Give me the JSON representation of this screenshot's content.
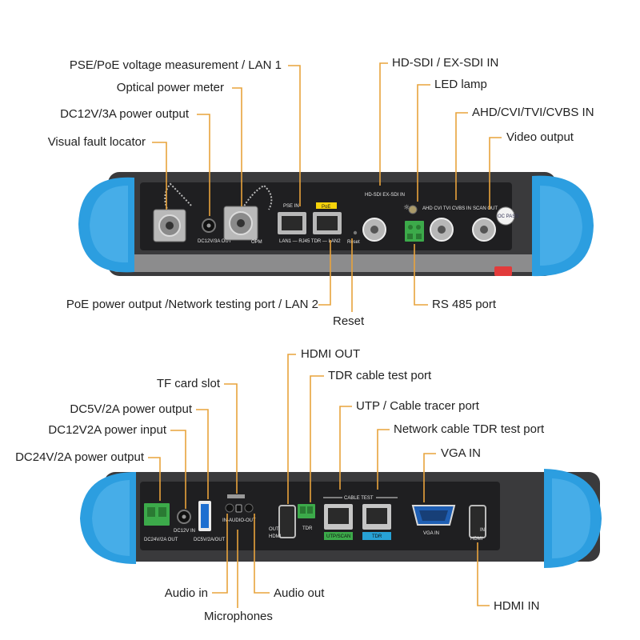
{
  "top_panel": {
    "labels": {
      "pse": "PSE/PoE voltage measurement / LAN 1",
      "opm": "Optical power meter",
      "dc12_out": "DC12V/3A power output",
      "vfl": "Visual fault locator",
      "hdsdi": "HD-SDI / EX-SDI IN",
      "led": "LED lamp",
      "ahd": "AHD/CVI/TVI/CVBS IN",
      "video_out": "Video output",
      "poe_out": "PoE power output /Network testing port / LAN 2",
      "reset": "Reset",
      "rs485": "RS 485 port"
    },
    "device_text": {
      "pse_in": "PSE IN",
      "poe": "PoE",
      "lan_row": "LAN1 — RJ45 TDR — LAN2",
      "reset": "Reset",
      "dc_out": "DC12V/3A OUT",
      "opm": "OPM",
      "hdsdi": "HD-SDI EX-SDI IN",
      "ahd": "AHD CVI TVI CVBS IN",
      "scan_out": "SCAN OUT",
      "badge": "OC PASS"
    }
  },
  "bottom_panel": {
    "labels": {
      "hdmi_out": "HDMI OUT",
      "tf": "TF card slot",
      "tdr": "TDR cable test port",
      "dc5": "DC5V/2A power output",
      "utp": "UTP / Cable tracer port",
      "dc12_in": "DC12V2A power input",
      "net_tdr": "Network cable TDR test port",
      "dc24": "DC24V/2A power output",
      "vga": "VGA IN",
      "audio_in": "Audio in",
      "audio_out": "Audio out",
      "mic": "Microphones",
      "hdmi_in": "HDMI IN"
    },
    "device_text": {
      "dc24": "DC24V/2A OUT",
      "dc12": "DC12V IN",
      "dc5": "DC5V/2A/OUT",
      "audio": "IN-AUDIO-OUT",
      "out": "OUT",
      "hdmi": "HDMI",
      "tdr": "TDR",
      "cable_test": "CABLE TEST",
      "utp_scan": "UTP/SCAN",
      "tdr_tag": "TDR",
      "vga_in": "VGA IN",
      "in": "IN"
    }
  },
  "colors": {
    "leader": "#e8a33c",
    "bumper": "#2c9ee0",
    "body": "#3a3a3c",
    "panel": "#1f1f21",
    "terminal": "#3caa4a",
    "tag_green": "#3caa4a",
    "tag_blue": "#27a2d6"
  }
}
